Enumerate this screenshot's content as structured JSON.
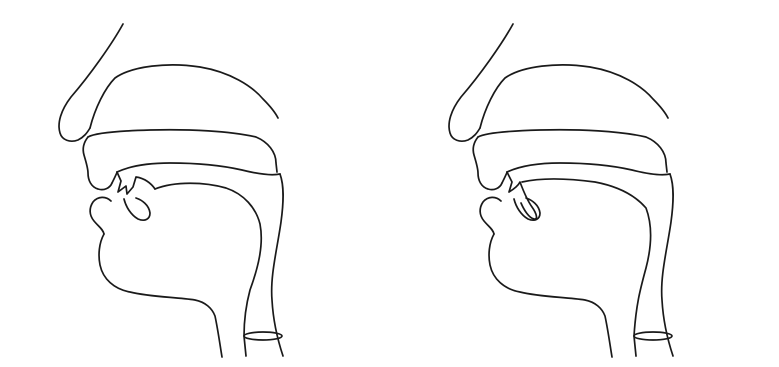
{
  "diagram": {
    "line_color": "#1a1a1a",
    "background_color": "#ffffff",
    "panels": [
      {
        "name": "left",
        "articulation": "tongue-tip-raised"
      },
      {
        "name": "right",
        "articulation": "tongue-tip-curled"
      }
    ]
  }
}
